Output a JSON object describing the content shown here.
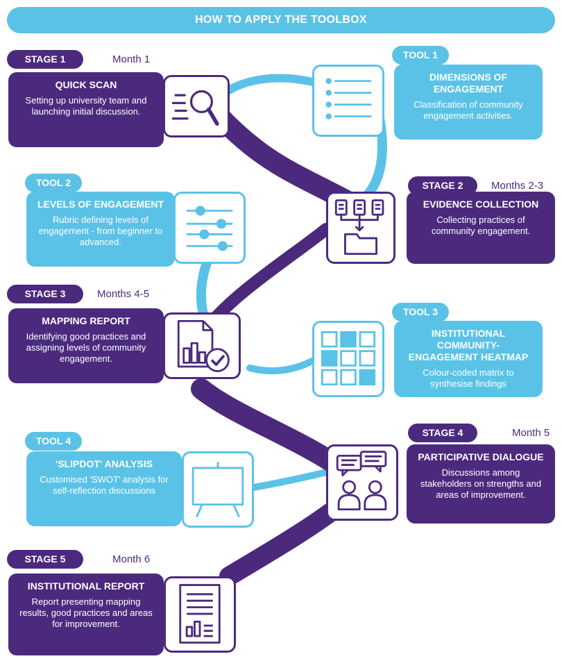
{
  "banner": {
    "title": "HOW TO APPLY THE TOOLBOX"
  },
  "stages": [
    {
      "label": "STAGE 1",
      "month": "Month 1",
      "title": "QUICK SCAN",
      "desc": "Setting up university team and launching initial discussion."
    },
    {
      "label": "STAGE 2",
      "month": "Months 2-3",
      "title": "EVIDENCE COLLECTION",
      "desc": "Collecting practices of community engagement."
    },
    {
      "label": "STAGE 3",
      "month": "Months 4-5",
      "title": "MAPPING REPORT",
      "desc": "Identifying good practices and assigning levels of community engagement."
    },
    {
      "label": "STAGE 4",
      "month": "Month 5",
      "title": "PARTICIPATIVE DIALOGUE",
      "desc": "Discussions among stakeholders on strengths and areas of improvement."
    },
    {
      "label": "STAGE 5",
      "month": "Month 6",
      "title": "INSTITUTIONAL REPORT",
      "desc": "Report presenting mapping results, good practices and areas for improvement."
    }
  ],
  "tools": [
    {
      "label": "TOOL 1",
      "title": "DIMENSIONS OF ENGAGEMENT",
      "desc": "Classification of community engagement activities."
    },
    {
      "label": "TOOL 2",
      "title": "LEVELS OF ENGAGEMENT",
      "desc": "Rubric defining levels of engagement - from beginner to advanced."
    },
    {
      "label": "TOOL 3",
      "title": "INSTITUTIONAL COMMUNITY-ENGAGEMENT HEATMAP",
      "desc": "Colour-coded matrix to synthesise findings"
    },
    {
      "label": "TOOL 4",
      "title": "'SLIPDOT' ANALYSIS",
      "desc": "Customised 'SWOT' analysis for self-reflection discussions"
    }
  ],
  "colors": {
    "purple": "#4b2a7e",
    "blue": "#5bc2e7",
    "white": "#ffffff"
  },
  "icons": [
    "magnifier-list-icon",
    "checklist-icon",
    "documents-to-folder-icon",
    "sliders-icon",
    "report-chart-check-icon",
    "heatmap-grid-icon",
    "chat-people-icon",
    "flipchart-icon",
    "document-chart-icon"
  ]
}
